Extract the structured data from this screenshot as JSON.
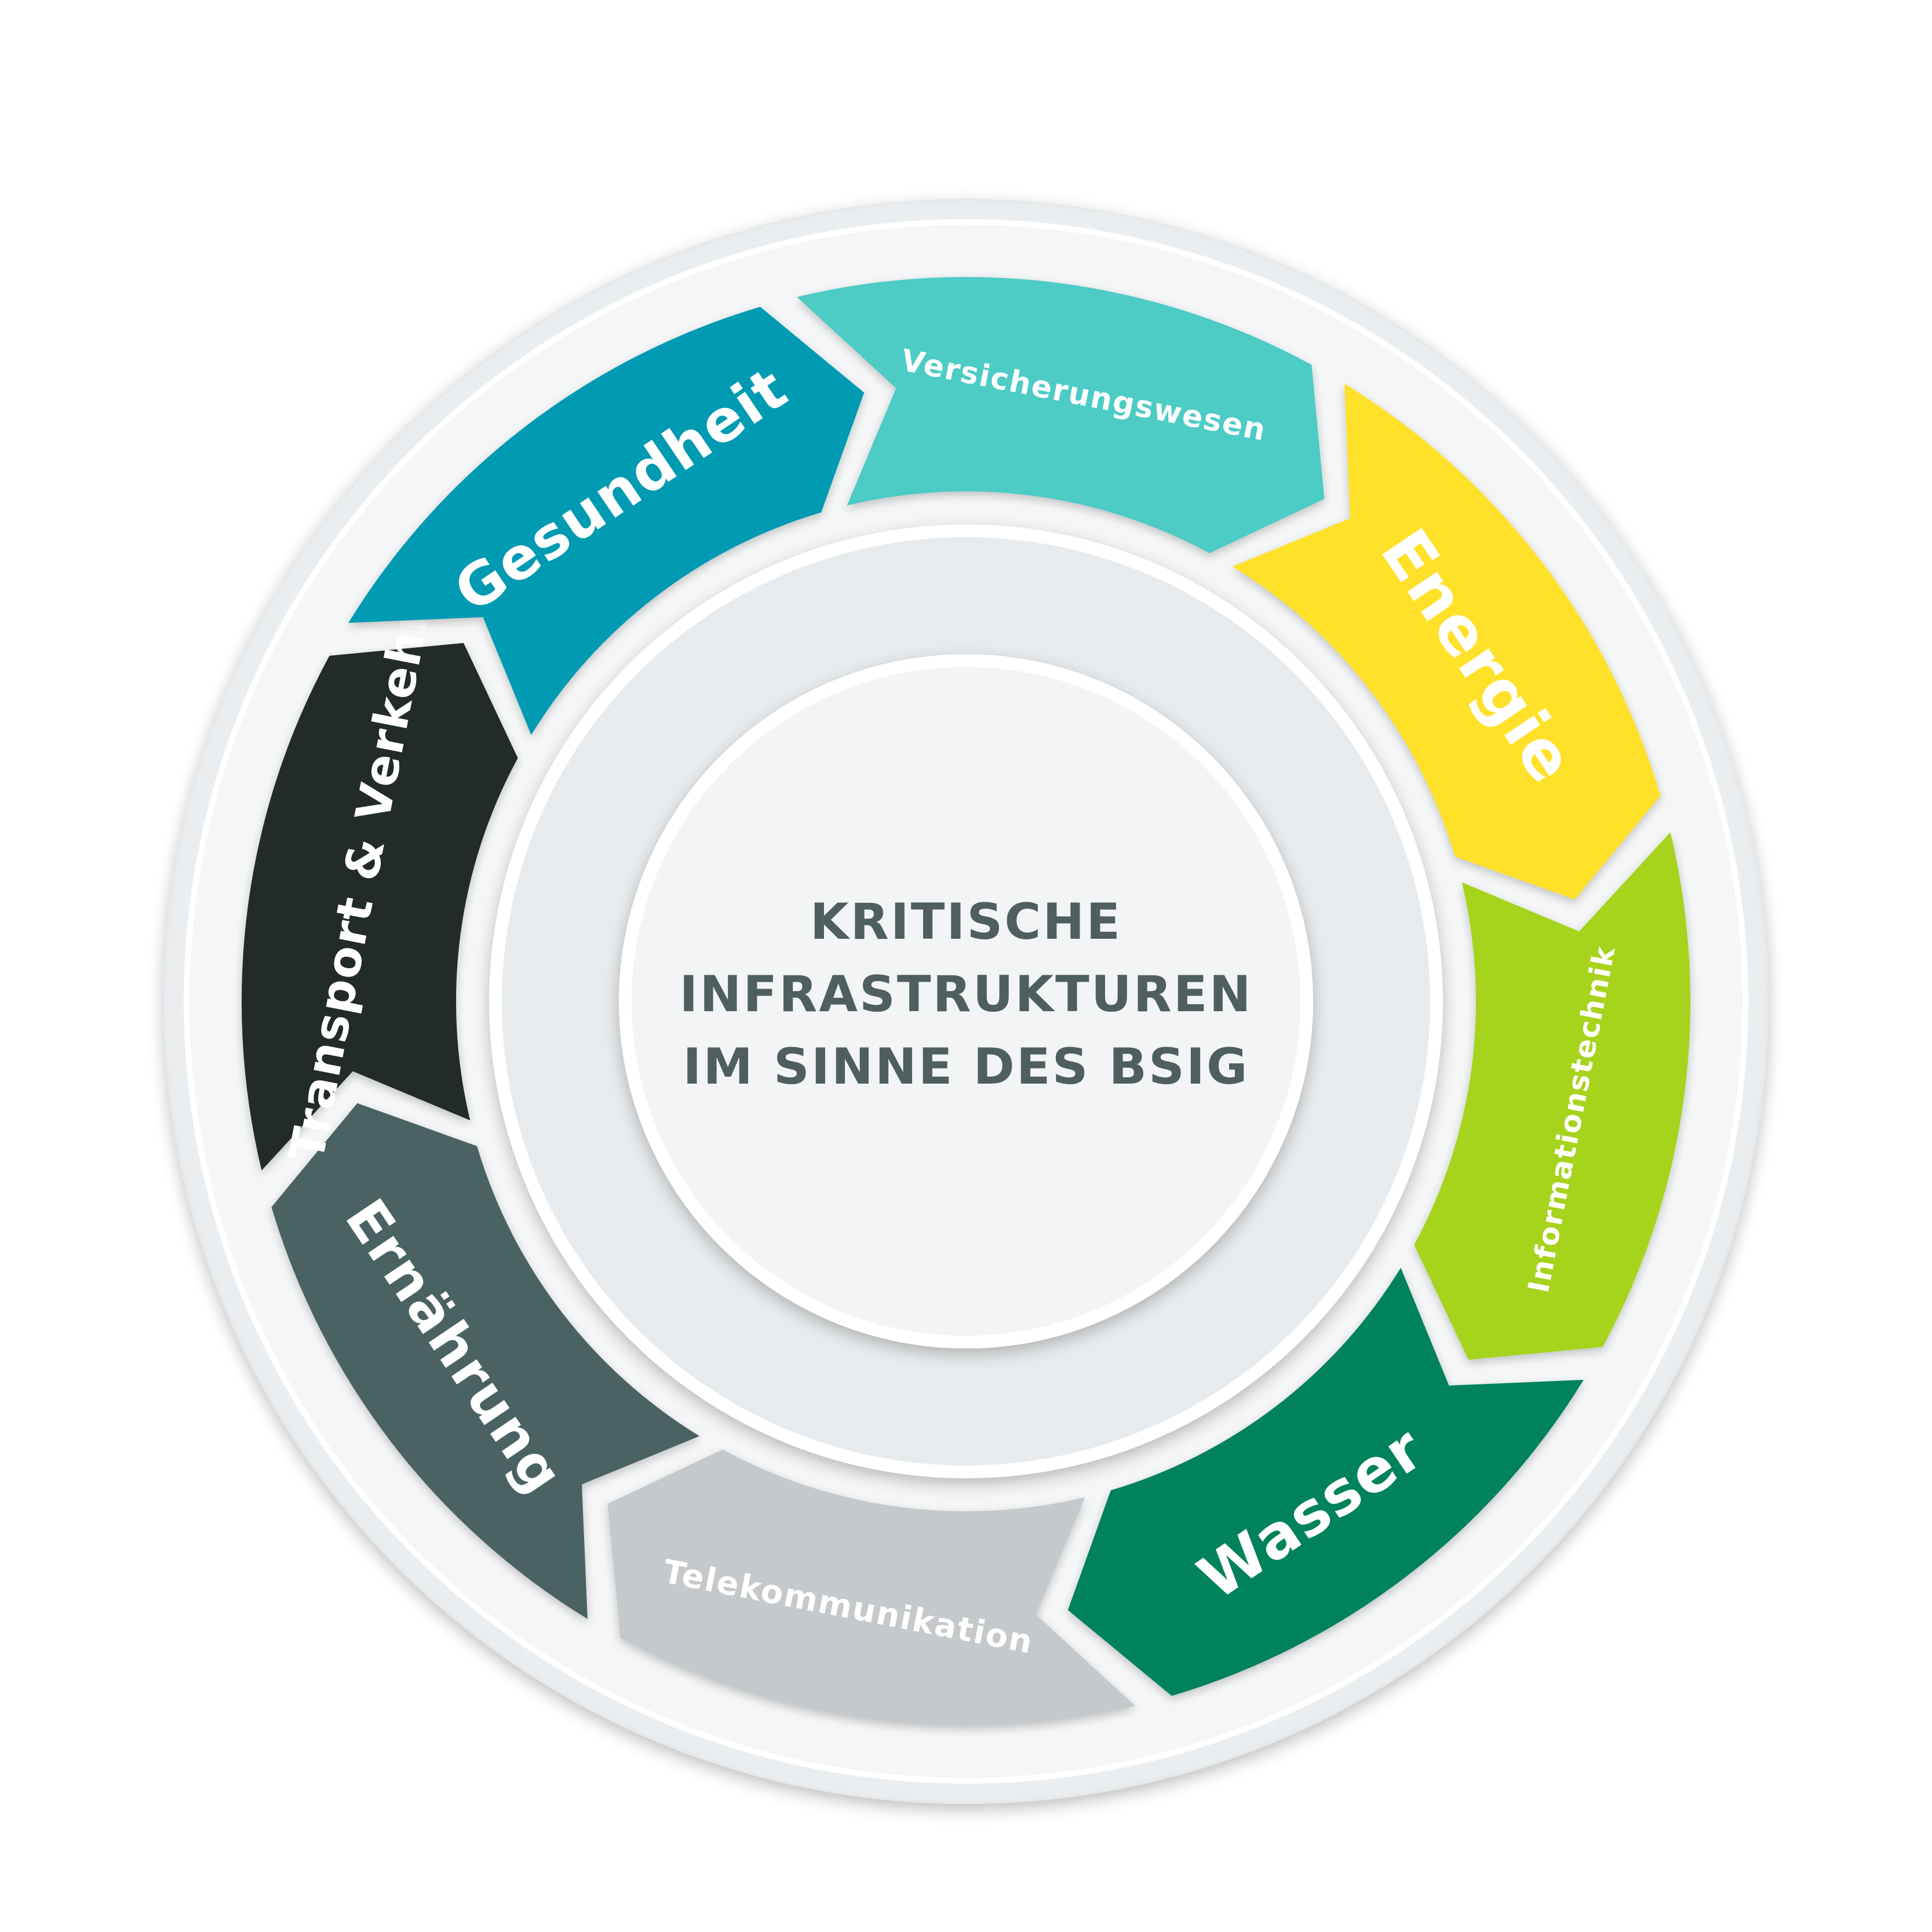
{
  "center": {
    "lines": [
      "KRITISCHE",
      "INFRASTRUKTUREN",
      "IM SINNE DES BSIG"
    ],
    "color": "#4f5f60"
  },
  "sectors": [
    {
      "label": "Versicherungswesen",
      "color": "#4ecbc5"
    },
    {
      "label": "Energie",
      "color": "#ffe12a"
    },
    {
      "label": "Informationstechnik",
      "color": "#a6d31b"
    },
    {
      "label": "Wasser",
      "color": "#00825c"
    },
    {
      "label": "Telekommunikation",
      "color": "#c6c9cb"
    },
    {
      "label": "Ernährung",
      "color": "#4b6263"
    },
    {
      "label": "Transport & Verkehr",
      "color": "#232b2c"
    },
    {
      "label": "Gesundheit",
      "color": "#009ab3"
    }
  ]
}
